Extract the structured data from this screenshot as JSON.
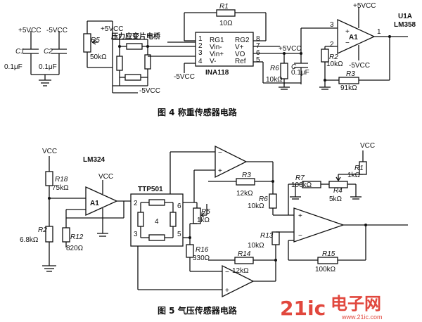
{
  "fig4": {
    "caption": "图 4 称重传感器电路",
    "supply_pos": "+5VCC",
    "supply_neg": "-5VCC",
    "c1_name": "C1",
    "c1_value": "0.1μF",
    "c2_name": "C2",
    "c2_value": "0.1μF",
    "r5_name": "R5",
    "r5_value": "50kΩ",
    "bridge_label": "压力应变片电桥",
    "r1_name": "R1",
    "r1_value": "10Ω",
    "ina_name": "INA118",
    "ina_pins": [
      "RG1",
      "Vin-",
      "Vin+",
      "V-",
      "RG2",
      "V+",
      "VO",
      "Ref"
    ],
    "ina_pin_numbers": [
      "1",
      "2",
      "3",
      "4",
      "8",
      "7",
      "6",
      "5"
    ],
    "r6_name": "R6",
    "r6_value": "10kΩ",
    "c_name": "C",
    "c_value": "0.1μF",
    "opamp_name": "A1",
    "u1a_label": "U1A",
    "lm358_label": "LM358",
    "opamp_pins": [
      "3",
      "2",
      "1"
    ],
    "r2_name": "R2",
    "r2_value": "10kΩ",
    "r3_name": "R3",
    "r3_value": "91kΩ"
  },
  "fig5": {
    "caption": "图 5 气压传感器电路",
    "vcc": "VCC",
    "lm324_label": "LM324",
    "r18_name": "R18",
    "r18_value": "75kΩ",
    "r2_name": "R2",
    "r2_value": "6.8kΩ",
    "r12_name": "R12",
    "r12_value": "820Ω",
    "a1_label": "A1",
    "ttp_label": "TTP501",
    "ttp_pins": [
      "2",
      "6",
      "3",
      "5",
      "4"
    ],
    "r5_name": "R5",
    "r5_value": "1kΩ",
    "r16_name": "R16",
    "r16_value": "330Ω",
    "r3_name": "R3",
    "r3_value": "12kΩ",
    "r6_name": "R6",
    "r6_value": "10kΩ",
    "r14_name": "R14",
    "r14_value": "12kΩ",
    "r13_name": "R13",
    "r13_value": "10kΩ",
    "r7_name": "R7",
    "r7_value": "100kΩ",
    "r4_name": "R4",
    "r4_value": "5kΩ",
    "r1_name": "R1",
    "r1_value": "1kΩ",
    "r15_name": "R15",
    "r15_value": "100kΩ"
  },
  "watermark": {
    "brand": "21ic",
    "cn": "电子网",
    "url": "www.21ic.com"
  }
}
